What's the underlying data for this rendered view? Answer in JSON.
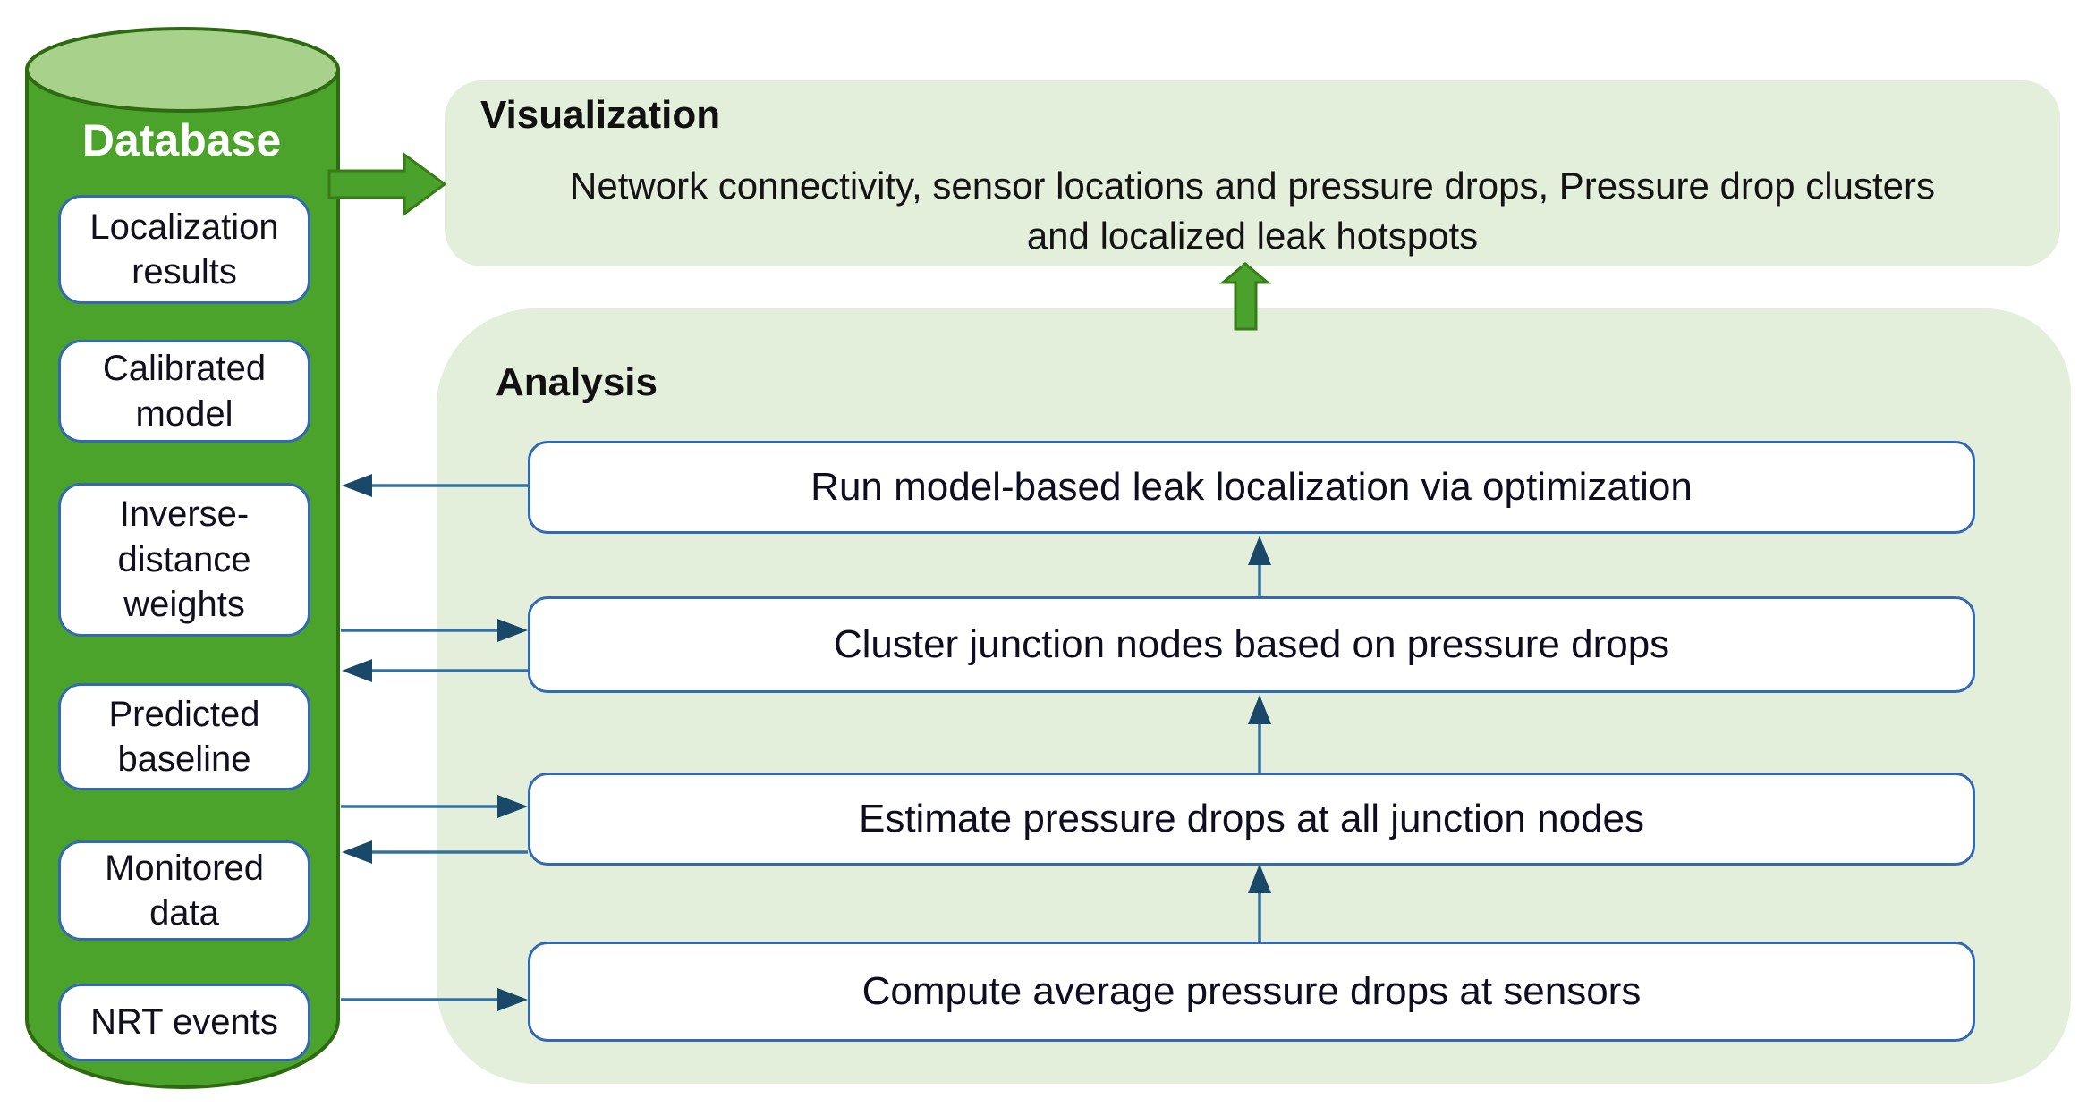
{
  "database": {
    "title": "Database",
    "items": [
      "Localization results",
      "Calibrated model",
      "Inverse-distance weights",
      "Predicted baseline",
      "Monitored data",
      "NRT events"
    ]
  },
  "visualization": {
    "title": "Visualization",
    "lines": [
      "Network connectivity, sensor locations and pressure drops, Pressure drop clusters",
      "and localized leak hotspots"
    ]
  },
  "analysis": {
    "title": "Analysis",
    "steps": [
      "Run model-based leak localization via optimization",
      "Cluster junction nodes based on pressure drops",
      "Estimate pressure drops at all junction nodes",
      "Compute average pressure drops at sensors"
    ]
  },
  "colors": {
    "cylinder_green": "#4ba32b",
    "cylinder_outline": "#2d6a10",
    "cylinder_top_light_green": "#a8d18c",
    "panel_light_green": "#e3efdb",
    "node_border_blue": "#3268b4",
    "connector_line_blue": "#35719f",
    "connector_head_navy": "#1a4868",
    "flow_arrow_green": "#4aa12b",
    "flow_arrow_green_outline": "#377c18",
    "text_dark": "#10101e",
    "database_title_white": "#ffffff"
  }
}
